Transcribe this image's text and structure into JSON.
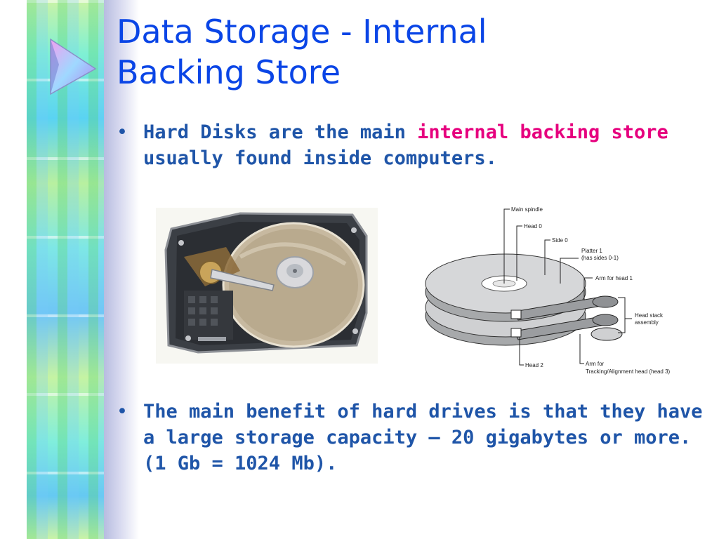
{
  "slide": {
    "title_line1": "Data Storage - Internal",
    "title_line2": "Backing Store",
    "bullet1": {
      "before": "Hard Disks are the main ",
      "highlight": "internal backing store",
      "after": " usually found inside computers."
    },
    "bullet2": "The main benefit of hard drives is that they have a large storage capacity – 20 gigabytes or more.  (1 Gb = 1024 Mb)."
  },
  "diagram": {
    "labels": {
      "main_spindle": "Main spindle",
      "head0": "Head 0",
      "side0": "Side 0",
      "platter1_line1": "Platter 1",
      "platter1_line2": "(has sides 0-1)",
      "arm_head1": "Arm for head 1",
      "head_stack_line1": "Head stack",
      "head_stack_line2": "assembly",
      "head2": "Head 2",
      "arm_tracking_line1": "Arm for",
      "arm_tracking_line2": "Tracking/Alignment head (head 3)"
    }
  },
  "colors": {
    "title": "#0a45e6",
    "body_text": "#1f55a8",
    "highlight": "#e6007e"
  },
  "icons": {
    "decor": "triangle-play-icon"
  }
}
